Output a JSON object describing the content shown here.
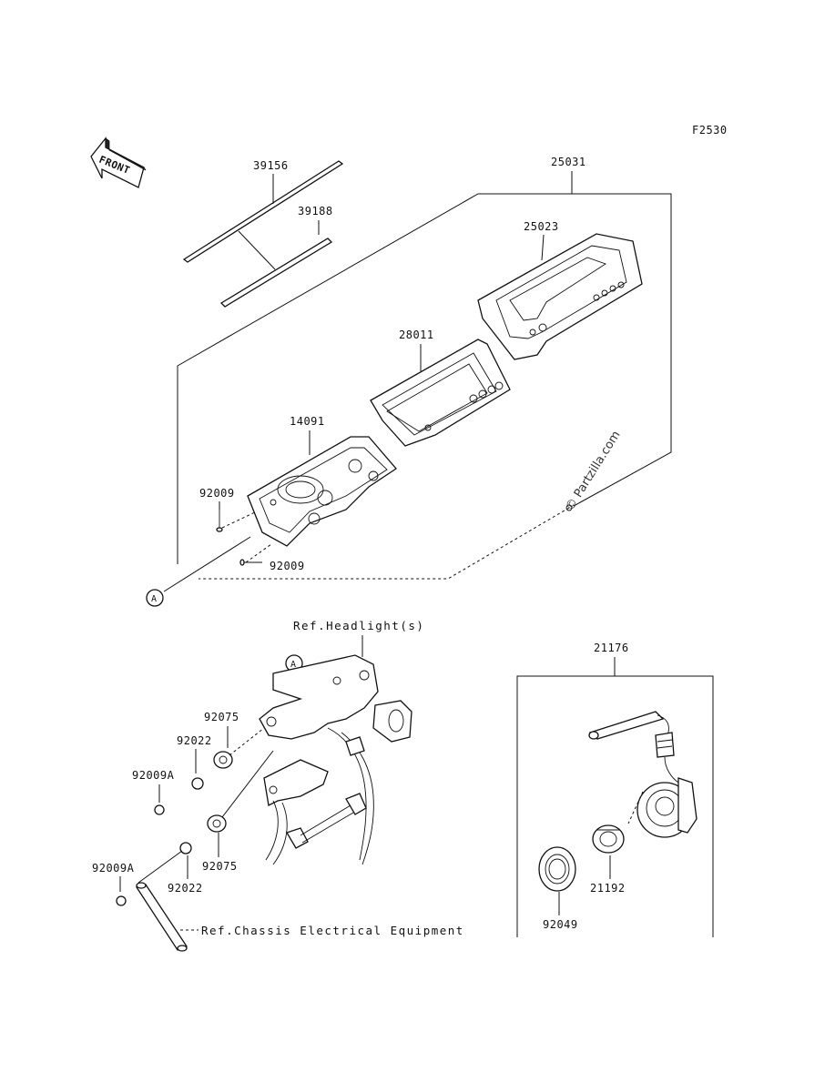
{
  "figure_code": "F2530",
  "front_arrow_text": "FRONT",
  "callout_letter": "A",
  "watermark": "© Partzilla.com",
  "ref_headlight": "Ref.Headlight(s)",
  "ref_chassis": "Ref.Chassis Electrical Equipment",
  "parts": {
    "p39156": "39156",
    "p39188": "39188",
    "p25031": "25031",
    "p25023": "25023",
    "p28011": "28011",
    "p14091": "14091",
    "p92009_top": "92009",
    "p92009_bottom": "92009",
    "p92075_top": "92075",
    "p92022_top": "92022",
    "p92009A_top": "92009A",
    "p92075_bottom": "92075",
    "p92009A_bottom": "92009A",
    "p92022_bottom": "92022",
    "p21176": "21176",
    "p21192": "21192",
    "p92049": "92049"
  }
}
